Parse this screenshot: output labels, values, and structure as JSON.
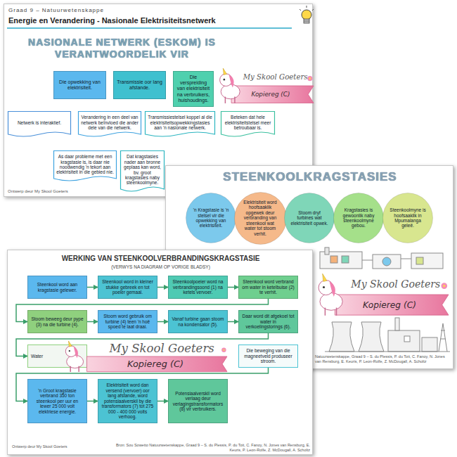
{
  "diagram": {
    "nodes": [
      {
        "text": [
          "Graad 9 – Natuurwetenskappe",
          "Energie en Verandering - Nasionale Elektrisiteitsnetwerk",
          "NASIONALE NETWERK (ESKOM) IS VERANTWOORDELIK VIR",
          "Ontwerp deur My Skool Goeters"
        ]
      },
      {
        "text": [
          "Die opwekking van elektrisiteit."
        ],
        "in": 0
      },
      {
        "text": [
          "Transmissie oor lang afstande."
        ],
        "in": 0
      },
      {
        "text": [
          "Die verspreiding van elektrisiteit na verbruikers, huishoudings."
        ],
        "in": 0
      },
      {
        "text": [
          "Netwerk is interaktief."
        ],
        "in": 0
      },
      {
        "text": [
          "Verandering in een deel van netwerk beïnvloed die ander dele van die netwerk."
        ],
        "in": 0
      },
      {
        "text": [
          "Transmissiestelsel koppel al die elektrisiteitsopwekkingstasies aan 'n nasionale netwerk."
        ],
        "in": 0
      },
      {
        "text": [
          "Beteken dat hele elektrisiteitstelsel meer betroubaar is."
        ],
        "in": 0
      },
      {
        "text": [
          "As daar probleme met een kragstasie is, is daar nie noodwendig 'n tekort aan elektrisiteit in die gebied nie."
        ],
        "in": 0
      },
      {
        "text": [
          "Dat kragstasies nader aan bronne geplaas kan word, bv. groot kragstasies naby steenkoolmyne."
        ],
        "in": 0
      },
      {
        "text": [
          "STEENKOOLKRAGSTASIES",
          "Natuurwetenskappe, Graad 9 – S. du Plessis, P. du Toit, C. Fanoy, N. Jones van Rensburg, E. Keuris, P. Leon-Rolfe, Z. McDougall, A. Scholtz"
        ]
      },
      {
        "text": [
          "'n Kragstasie is 'n stelsel vir die opwekking van elektrisiteit."
        ],
        "in": 10
      },
      {
        "text": [
          "Elektrisiteit word hoofsaaklik opgewek deur verbranding van steenkool wat water tot stoom verhit."
        ],
        "in": 10
      },
      {
        "text": [
          "Stoom dryf turbines wat elektrisiteit opwek."
        ],
        "in": 10
      },
      {
        "text": [
          "Kragstasies is gewoonlik naby steenkoolmyne gebou."
        ],
        "in": 10
      },
      {
        "text": [
          "Steenkoolmyne is hoofsaaklik in Mpumalanga geleë."
        ],
        "in": 10
      },
      {
        "text": [
          "WERKING VAN STEENKOOLVERBRANDINGSKRAGSTASIE",
          "(VERWYS NA DIAGRAM OP VORIGE BLADSY)",
          "Ontwerp deur My Skool Goeters",
          "Bron: Sou Sowetto Natuurwetenskappe, Graad 9 – S. du Plessis, P. du Toit, C. Fanoy, N. Jones van Rensburg, E. Keuris, P. Leon-Rolfe, Z. McDougall, A. Scholtz"
        ]
      },
      {
        "text": [
          "Steenkool word aan kragstasie gelewer."
        ],
        "in": 16
      },
      {
        "text": [
          "Steenkool word in kleiner stukke gebreek en tot poeier gemaal."
        ],
        "in": 16
      },
      {
        "text": [
          "Steenkoolpoeier word na verbrandingsoond (1) na ketels vervoer."
        ],
        "in": 16
      },
      {
        "text": [
          "Steenkool word verbrand om water in ketelbuise (2) te verhit."
        ],
        "in": 16
      },
      {
        "text": [
          "Stoom beweeg deur pype (3) na die turbine (4)."
        ],
        "in": 16
      },
      {
        "text": [
          "Stoom word gebruik om turbine (4) teen 'n hoë spoed te laat draai."
        ],
        "in": 16
      },
      {
        "text": [
          "Vanaf turbine gaan stoom na kondensator (5)."
        ],
        "in": 16
      },
      {
        "text": [
          "Daar word dit afgekoel tot water in verkoelingstorings (6)."
        ],
        "in": 16
      },
      {
        "text": [
          "Water"
        ],
        "in": 16
      },
      {
        "text": [
          "Die beweging van die magneetveld produseer stroom."
        ],
        "in": 16
      },
      {
        "text": [
          "'n Groot kragstasie verbrand 350 ton steenkool per uur en lewer 25 000 volt elektriese energie."
        ],
        "in": 16
      },
      {
        "text": [
          "Elektrisiteit word dan versend (vervoer) oor lang afstande, word potensiaalverskil by die transformators (7) tot 275 000 - 400 000 volts verhoog."
        ],
        "in": 16
      },
      {
        "text": [
          "Potensiaalverskil word verlaag deur verlagingstransformators (8) vir verbruikers."
        ],
        "in": 16
      }
    ],
    "edges": [
      {
        "from": 17,
        "to": 18,
        "arrow": "to"
      },
      {
        "from": 18,
        "to": 19,
        "arrow": "to"
      },
      {
        "from": 19,
        "to": 20,
        "arrow": "to"
      },
      {
        "from": 20,
        "to": 21,
        "arrow": "to"
      },
      {
        "from": 21,
        "to": 22,
        "arrow": "to"
      },
      {
        "from": 22,
        "to": 23,
        "arrow": "to"
      },
      {
        "from": 23,
        "to": 24,
        "arrow": "to"
      },
      {
        "from": 24,
        "to": 25,
        "arrow": "to"
      },
      {
        "from": 26,
        "to": 27,
        "arrow": "to"
      },
      {
        "from": 27,
        "to": 28,
        "arrow": "to"
      },
      {
        "from": 28,
        "to": 29,
        "arrow": "to"
      }
    ],
    "labels": [
      "My Skool Goeters",
      "Kopiereg (C)",
      "My Skool Goeters",
      "Kopiereg (C)",
      "My Skool Goeters",
      "Kopiereg (C)"
    ]
  }
}
